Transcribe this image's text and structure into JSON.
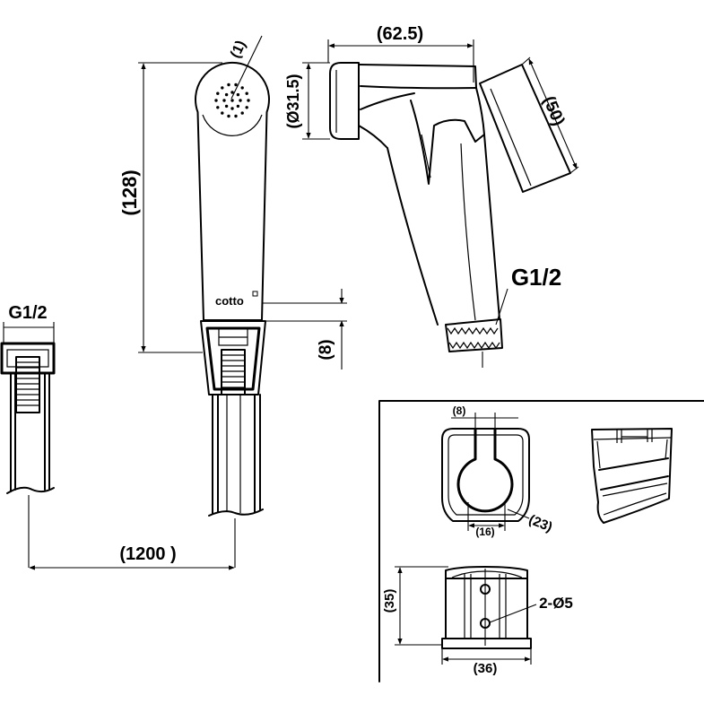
{
  "handle": {
    "dia_head": "(1)",
    "length": "(128)",
    "neck": "(8)",
    "logo": "cotto"
  },
  "side_view": {
    "length": "(62.5)",
    "face_dia": "(Ø31.5)",
    "lever": "(50)",
    "thread": "G1/2"
  },
  "hose": {
    "thread": "G1/2",
    "length": "(1200 )"
  },
  "holder": {
    "slot": "(8)",
    "bore": "(16)",
    "radius": "(23)",
    "height": "(35)",
    "width": "(36)",
    "holes": "2-Ø5"
  }
}
